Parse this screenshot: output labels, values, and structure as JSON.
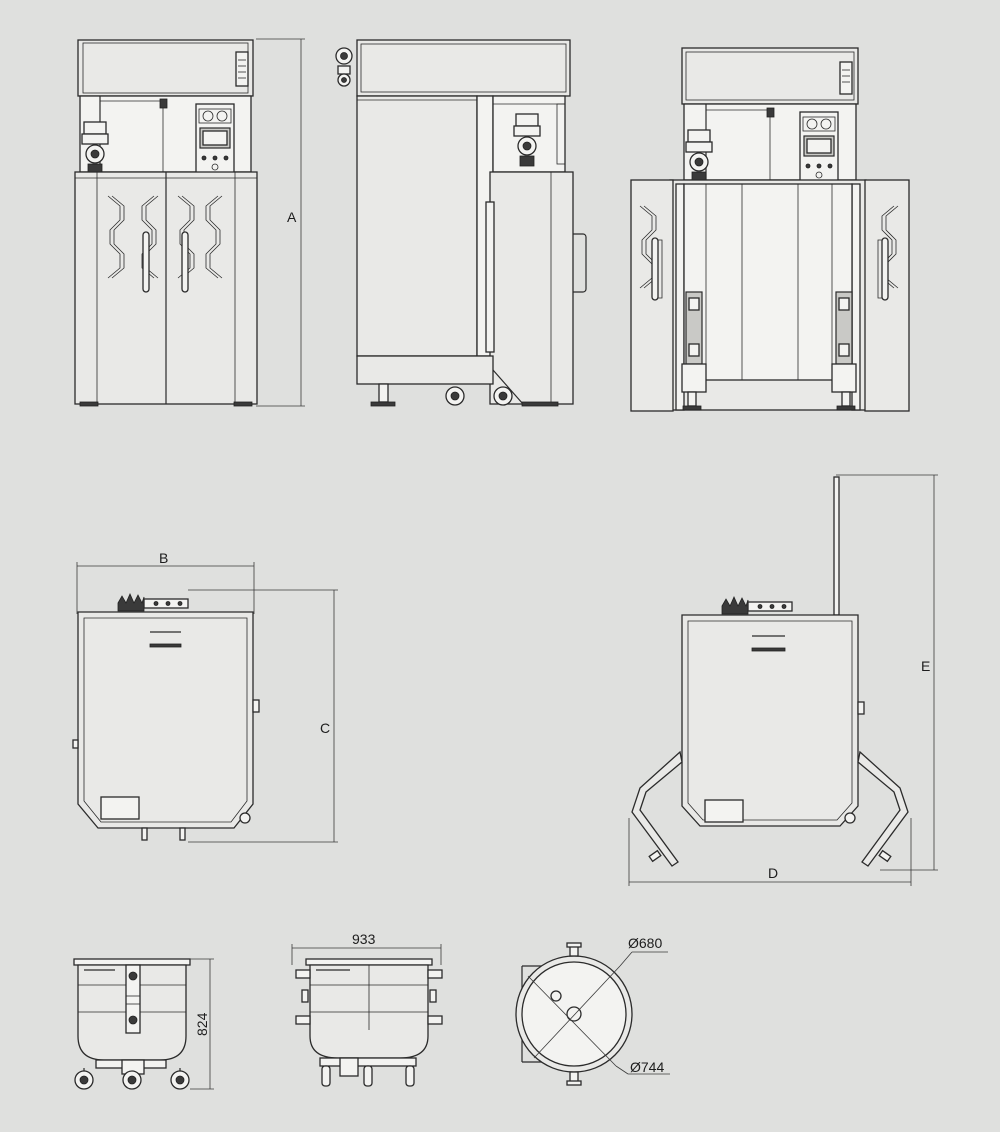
{
  "colors": {
    "background": "#dfe0de",
    "outline": "#2b2b2b",
    "panel": "#e9e9e7"
  },
  "dimensions": {
    "height_total": "A",
    "width_top": "B",
    "height_top": "C",
    "width_open": "D",
    "height_open": "E",
    "bowl_width": "933",
    "bowl_height": "824",
    "bowl_inner_diameter": "Ø680",
    "bowl_outer_diameter": "Ø744"
  }
}
